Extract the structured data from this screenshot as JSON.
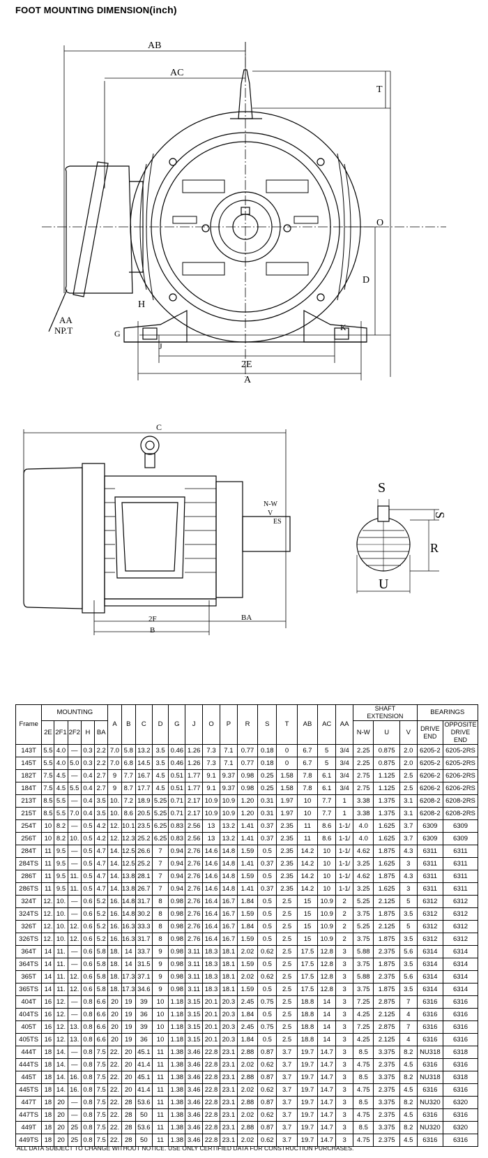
{
  "title": {
    "text": "FOOT MOUNTING DIMENSION",
    "unit": "(inch)"
  },
  "front_view_labels": {
    "AB": "AB",
    "AC": "AC",
    "T": "T",
    "O": "O",
    "D": "D",
    "H": "H",
    "AA": "AA",
    "NPT": "NP.T",
    "G": "G",
    "J": "J",
    "K": "K",
    "E2": "2E",
    "A": "A"
  },
  "side_view_labels": {
    "C": "C",
    "NW": "N-W",
    "V": "V",
    "ES": "ES",
    "F2": "2F",
    "B": "B",
    "BA": "BA"
  },
  "shaft_labels": {
    "S_top": "S",
    "S_right": "S",
    "R": "R",
    "U": "U"
  },
  "table": {
    "headers": {
      "frame": "Frame",
      "mounting": "MOUNTING",
      "shaft": "SHAFT\nEXTENSION",
      "bearings": "BEARINGS",
      "mounting_cols": [
        "2E",
        "2F1",
        "2F2",
        "H",
        "BA"
      ],
      "main_cols": [
        "A",
        "B",
        "C",
        "D",
        "G",
        "J",
        "O",
        "P",
        "R",
        "S",
        "T",
        "AB",
        "AC",
        "AA"
      ],
      "shaft_cols": [
        "N-W",
        "U",
        "V"
      ],
      "bearing_cols": [
        "DRIVE END",
        "OPPOSITE DRIVE END"
      ]
    },
    "rows": [
      [
        "143T",
        "5.5",
        "4.0",
        "—",
        "0.3",
        "2.2",
        "7.0",
        "5.8",
        "13.2",
        "3.5",
        "0.46",
        "1.26",
        "7.3",
        "7.1",
        "0.77",
        "0.18",
        "0",
        "6.7",
        "5",
        "3/4",
        "2.25",
        "0.875",
        "2.0",
        "6205-2",
        "6205-2RS"
      ],
      [
        "145T",
        "5.5",
        "4.0",
        "5.0",
        "0.3",
        "2.2",
        "7.0",
        "6.8",
        "14.5",
        "3.5",
        "0.46",
        "1.26",
        "7.3",
        "7.1",
        "0.77",
        "0.18",
        "0",
        "6.7",
        "5",
        "3/4",
        "2.25",
        "0.875",
        "2.0",
        "6205-2",
        "6205-2RS"
      ],
      [
        "182T",
        "7.5",
        "4.5",
        "—",
        "0.4",
        "2.7",
        "9",
        "7.7",
        "16.7",
        "4.5",
        "0.51",
        "1.77",
        "9.1",
        "9.37",
        "0.98",
        "0.25",
        "1.58",
        "7.8",
        "6.1",
        "3/4",
        "2.75",
        "1.125",
        "2.5",
        "6206-2",
        "6206-2RS"
      ],
      [
        "184T",
        "7.5",
        "4.5",
        "5.5",
        "0.4",
        "2.7",
        "9",
        "8.7",
        "17.7",
        "4.5",
        "0.51",
        "1.77",
        "9.1",
        "9.37",
        "0.98",
        "0.25",
        "1.58",
        "7.8",
        "6.1",
        "3/4",
        "2.75",
        "1.125",
        "2.5",
        "6206-2",
        "6206-2RS"
      ],
      [
        "213T",
        "8.5",
        "5.5",
        "—",
        "0.4",
        "3.5",
        "10.",
        "7.2",
        "18.9",
        "5.25",
        "0.71",
        "2.17",
        "10.9",
        "10.9",
        "1.20",
        "0.31",
        "1.97",
        "10",
        "7.7",
        "1",
        "3.38",
        "1.375",
        "3.1",
        "6208-2",
        "6208-2RS"
      ],
      [
        "215T",
        "8.5",
        "5.5",
        "7.0",
        "0.4",
        "3.5",
        "10.",
        "8.6",
        "20.5",
        "5.25",
        "0.71",
        "2.17",
        "10.9",
        "10.9",
        "1.20",
        "0.31",
        "1.97",
        "10",
        "7.7",
        "1",
        "3.38",
        "1.375",
        "3.1",
        "6208-2",
        "6208-2RS"
      ],
      [
        "254T",
        "10",
        "8.2",
        "—",
        "0.5",
        "4.2",
        "12.",
        "10.1",
        "23.5",
        "6.25",
        "0.83",
        "2.56",
        "13",
        "13.2",
        "1.41",
        "0.37",
        "2.35",
        "11",
        "8.6",
        "1-1/",
        "4.0",
        "1.625",
        "3.7",
        "6309",
        "6309"
      ],
      [
        "256T",
        "10",
        "8.2",
        "10.",
        "0.5",
        "4.2",
        "12.",
        "12.3",
        "25.2",
        "6.25",
        "0.83",
        "2.56",
        "13",
        "13.2",
        "1.41",
        "0.37",
        "2.35",
        "11",
        "8.6",
        "1-1/",
        "4.0",
        "1.625",
        "3.7",
        "6309",
        "6309"
      ],
      [
        "284T",
        "11",
        "9.5",
        "—",
        "0.5",
        "4.7",
        "14.",
        "12.5",
        "26.6",
        "7",
        "0.94",
        "2.76",
        "14.6",
        "14.8",
        "1.59",
        "0.5",
        "2.35",
        "14.2",
        "10",
        "1-1/",
        "4.62",
        "1.875",
        "4.3",
        "6311",
        "6311"
      ],
      [
        "284TS",
        "11",
        "9.5",
        "—",
        "0.5",
        "4.7",
        "14.",
        "12.5",
        "25.2",
        "7",
        "0.94",
        "2.76",
        "14.6",
        "14.8",
        "1.41",
        "0.37",
        "2.35",
        "14.2",
        "10",
        "1-1/",
        "3.25",
        "1.625",
        "3",
        "6311",
        "6311"
      ],
      [
        "286T",
        "11",
        "9.5",
        "11.",
        "0.5",
        "4.7",
        "14.",
        "13.8",
        "28.1",
        "7",
        "0.94",
        "2.76",
        "14.6",
        "14.8",
        "1.59",
        "0.5",
        "2.35",
        "14.2",
        "10",
        "1-1/",
        "4.62",
        "1.875",
        "4.3",
        "6311",
        "6311"
      ],
      [
        "286TS",
        "11",
        "9.5",
        "11.",
        "0.5",
        "4.7",
        "14.",
        "13.8",
        "26.7",
        "7",
        "0.94",
        "2.76",
        "14.6",
        "14.8",
        "1.41",
        "0.37",
        "2.35",
        "14.2",
        "10",
        "1-1/",
        "3.25",
        "1.625",
        "3",
        "6311",
        "6311"
      ],
      [
        "324T",
        "12.",
        "10.",
        "—",
        "0.6",
        "5.2",
        "16.",
        "14.8",
        "31.7",
        "8",
        "0.98",
        "2.76",
        "16.4",
        "16.7",
        "1.84",
        "0.5",
        "2.5",
        "15",
        "10.9",
        "2",
        "5.25",
        "2.125",
        "5",
        "6312",
        "6312"
      ],
      [
        "324TS",
        "12.",
        "10.",
        "—",
        "0.6",
        "5.2",
        "16.",
        "14.8",
        "30.2",
        "8",
        "0.98",
        "2.76",
        "16.4",
        "16.7",
        "1.59",
        "0.5",
        "2.5",
        "15",
        "10.9",
        "2",
        "3.75",
        "1.875",
        "3.5",
        "6312",
        "6312"
      ],
      [
        "326T",
        "12.",
        "10.",
        "12.",
        "0.6",
        "5.2",
        "16.",
        "16.3",
        "33.3",
        "8",
        "0.98",
        "2.76",
        "16.4",
        "16.7",
        "1.84",
        "0.5",
        "2.5",
        "15",
        "10.9",
        "2",
        "5.25",
        "2.125",
        "5",
        "6312",
        "6312"
      ],
      [
        "326TS",
        "12.",
        "10.",
        "12.",
        "0.6",
        "5.2",
        "16.",
        "16.3",
        "31.7",
        "8",
        "0.98",
        "2.76",
        "16.4",
        "16.7",
        "1.59",
        "0.5",
        "2.5",
        "15",
        "10.9",
        "2",
        "3.75",
        "1.875",
        "3.5",
        "6312",
        "6312"
      ],
      [
        "364T",
        "14",
        "11.",
        "—",
        "0.6",
        "5.8",
        "18.",
        "14",
        "33.7",
        "9",
        "0.98",
        "3.11",
        "18.3",
        "18.1",
        "2.02",
        "0.62",
        "2.5",
        "17.5",
        "12.8",
        "3",
        "5.88",
        "2.375",
        "5.6",
        "6314",
        "6314"
      ],
      [
        "364TS",
        "14",
        "11.",
        "—",
        "0.6",
        "5.8",
        "18.",
        "14",
        "31.5",
        "9",
        "0.98",
        "3.11",
        "18.3",
        "18.1",
        "1.59",
        "0.5",
        "2.5",
        "17.5",
        "12.8",
        "3",
        "3.75",
        "1.875",
        "3.5",
        "6314",
        "6314"
      ],
      [
        "365T",
        "14",
        "11.",
        "12.",
        "0.6",
        "5.8",
        "18.",
        "17.3",
        "37.1",
        "9",
        "0.98",
        "3.11",
        "18.3",
        "18.1",
        "2.02",
        "0.62",
        "2.5",
        "17.5",
        "12.8",
        "3",
        "5.88",
        "2.375",
        "5.6",
        "6314",
        "6314"
      ],
      [
        "365TS",
        "14",
        "11.",
        "12.",
        "0.6",
        "5.8",
        "18.",
        "17.3",
        "34.6",
        "9",
        "0.98",
        "3.11",
        "18.3",
        "18.1",
        "1.59",
        "0.5",
        "2.5",
        "17.5",
        "12.8",
        "3",
        "3.75",
        "1.875",
        "3.5",
        "6314",
        "6314"
      ],
      [
        "404T",
        "16",
        "12.",
        "—",
        "0.8",
        "6.6",
        "20",
        "19",
        "39",
        "10",
        "1.18",
        "3.15",
        "20.1",
        "20.3",
        "2.45",
        "0.75",
        "2.5",
        "18.8",
        "14",
        "3",
        "7.25",
        "2.875",
        "7",
        "6316",
        "6316"
      ],
      [
        "404TS",
        "16",
        "12.",
        "—",
        "0.8",
        "6.6",
        "20",
        "19",
        "36",
        "10",
        "1.18",
        "3.15",
        "20.1",
        "20.3",
        "1.84",
        "0.5",
        "2.5",
        "18.8",
        "14",
        "3",
        "4.25",
        "2.125",
        "4",
        "6316",
        "6316"
      ],
      [
        "405T",
        "16",
        "12.",
        "13.",
        "0.8",
        "6.6",
        "20",
        "19",
        "39",
        "10",
        "1.18",
        "3.15",
        "20.1",
        "20.3",
        "2.45",
        "0.75",
        "2.5",
        "18.8",
        "14",
        "3",
        "7.25",
        "2.875",
        "7",
        "6316",
        "6316"
      ],
      [
        "405TS",
        "16",
        "12.",
        "13.",
        "0.8",
        "6.6",
        "20",
        "19",
        "36",
        "10",
        "1.18",
        "3.15",
        "20.1",
        "20.3",
        "1.84",
        "0.5",
        "2.5",
        "18.8",
        "14",
        "3",
        "4.25",
        "2.125",
        "4",
        "6316",
        "6316"
      ],
      [
        "444T",
        "18",
        "14.",
        "—",
        "0.8",
        "7.5",
        "22.",
        "20",
        "45.1",
        "11",
        "1.38",
        "3.46",
        "22.8",
        "23.1",
        "2.88",
        "0.87",
        "3.7",
        "19.7",
        "14.7",
        "3",
        "8.5",
        "3.375",
        "8.2",
        "NU318",
        "6318"
      ],
      [
        "444TS",
        "18",
        "14.",
        "—",
        "0.8",
        "7.5",
        "22.",
        "20",
        "41.4",
        "11",
        "1.38",
        "3.46",
        "22.8",
        "23.1",
        "2.02",
        "0.62",
        "3.7",
        "19.7",
        "14.7",
        "3",
        "4.75",
        "2.375",
        "4.5",
        "6316",
        "6316"
      ],
      [
        "445T",
        "18",
        "14.",
        "16.",
        "0.8",
        "7.5",
        "22.",
        "20",
        "45.1",
        "11",
        "1.38",
        "3.46",
        "22.8",
        "23.1",
        "2.88",
        "0.87",
        "3.7",
        "19.7",
        "14.7",
        "3",
        "8.5",
        "3.375",
        "8.2",
        "NU318",
        "6318"
      ],
      [
        "445TS",
        "18",
        "14.",
        "16.",
        "0.8",
        "7.5",
        "22.",
        "20",
        "41.4",
        "11",
        "1.38",
        "3.46",
        "22.8",
        "23.1",
        "2.02",
        "0.62",
        "3.7",
        "19.7",
        "14.7",
        "3",
        "4.75",
        "2.375",
        "4.5",
        "6316",
        "6316"
      ],
      [
        "447T",
        "18",
        "20",
        "—",
        "0.8",
        "7.5",
        "22.",
        "28",
        "53.6",
        "11",
        "1.38",
        "3.46",
        "22.8",
        "23.1",
        "2.88",
        "0.87",
        "3.7",
        "19.7",
        "14.7",
        "3",
        "8.5",
        "3.375",
        "8.2",
        "NU320",
        "6320"
      ],
      [
        "447TS",
        "18",
        "20",
        "—",
        "0.8",
        "7.5",
        "22.",
        "28",
        "50",
        "11",
        "1.38",
        "3.46",
        "22.8",
        "23.1",
        "2.02",
        "0.62",
        "3.7",
        "19.7",
        "14.7",
        "3",
        "4.75",
        "2.375",
        "4.5",
        "6316",
        "6316"
      ],
      [
        "449T",
        "18",
        "20",
        "25",
        "0.8",
        "7.5",
        "22.",
        "28",
        "53.6",
        "11",
        "1.38",
        "3.46",
        "22.8",
        "23.1",
        "2.88",
        "0.87",
        "3.7",
        "19.7",
        "14.7",
        "3",
        "8.5",
        "3.375",
        "8.2",
        "NU320",
        "6320"
      ],
      [
        "449TS",
        "18",
        "20",
        "25",
        "0.8",
        "7.5",
        "22.",
        "28",
        "50",
        "11",
        "1.38",
        "3.46",
        "22.8",
        "23.1",
        "2.02",
        "0.62",
        "3.7",
        "19.7",
        "14.7",
        "3",
        "4.75",
        "2.375",
        "4.5",
        "6316",
        "6316"
      ]
    ]
  },
  "footer": "ALL DATA SUBJECT TO CHANGE WITHOUT NOTICE. USE ONLY CERTIFIED DATA FOR CONSTRUCTION PURCHASES."
}
